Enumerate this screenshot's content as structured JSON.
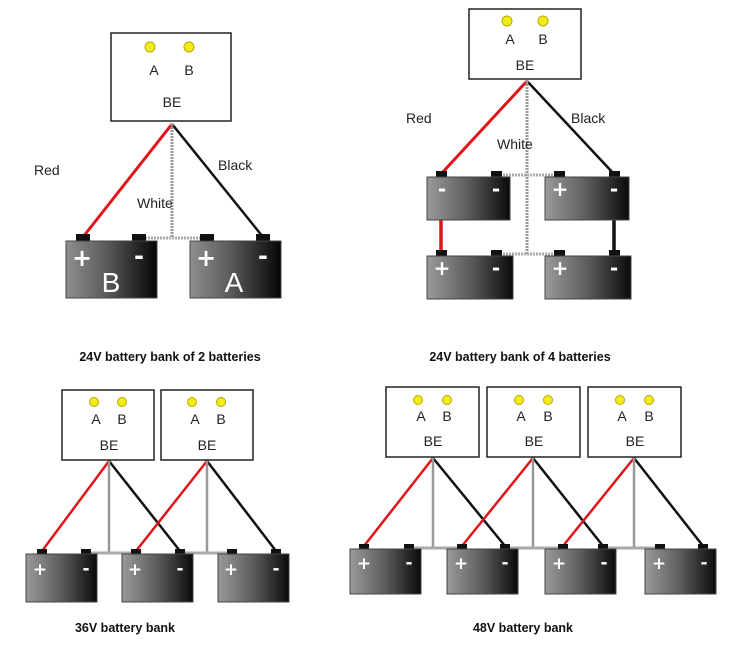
{
  "labels": {
    "led_a": "A",
    "led_b": "B",
    "controller": "BE",
    "wire_red": "Red",
    "wire_white": "White",
    "wire_black": "Black",
    "plus": "+",
    "minus": "-",
    "battery_b": "B",
    "battery_a": "A"
  },
  "captions": {
    "d1": "24V battery bank of 2 batteries",
    "d2": "24V battery bank of 4 batteries",
    "d3": "36V battery bank",
    "d4": "48V battery bank"
  },
  "colors": {
    "red_wire": "#e0141a",
    "black_wire": "#111111",
    "white_wire": "#9a9a9a",
    "led": "#f4ec1a"
  }
}
